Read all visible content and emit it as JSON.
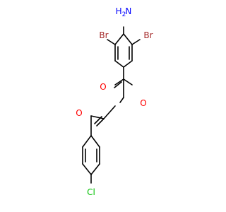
{
  "atoms": {
    "nh2_n": "N",
    "nh2_h": "H",
    "nh2_h_count": "2",
    "br_left": "Br",
    "br_right": "Br",
    "ester_o": "O",
    "carbonyl_o_top": "O",
    "carbonyl_o_bottom": "O",
    "cl": "Cl"
  },
  "colors": {
    "bond": "#000000",
    "nitrogen": "#0000ff",
    "bromine": "#a52a2a",
    "oxygen": "#ff0000",
    "chlorine": "#00c000"
  }
}
